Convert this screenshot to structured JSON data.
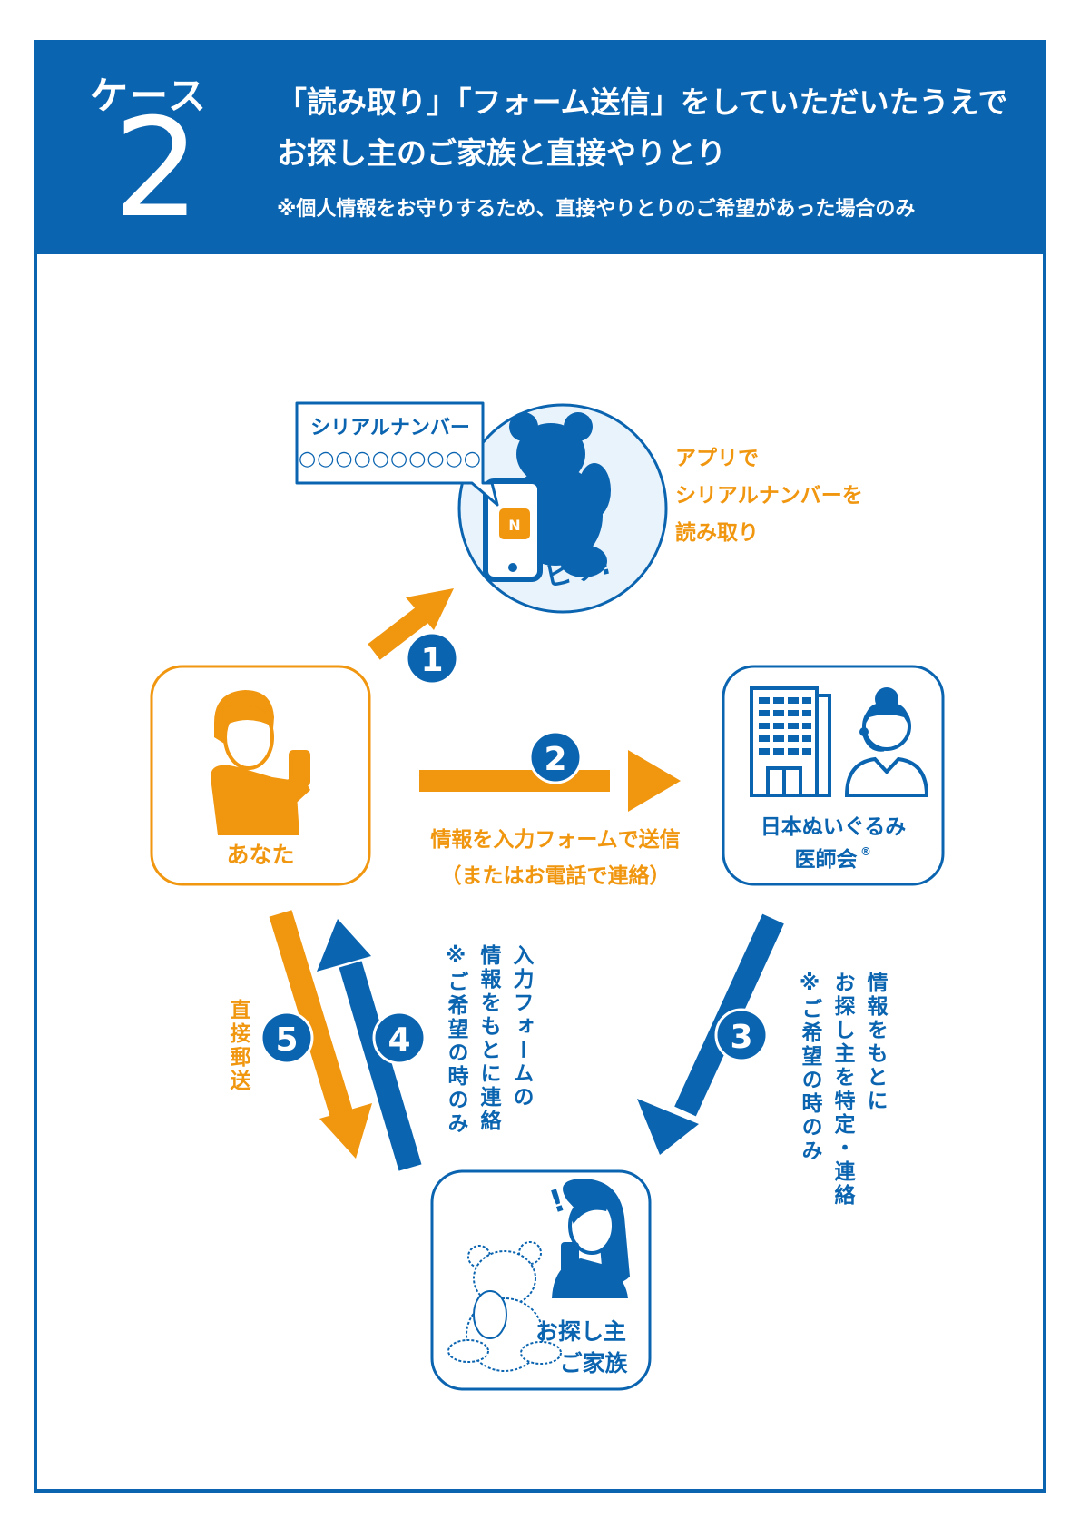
{
  "header": {
    "case_label": "ケース",
    "case_number": "2",
    "title_line1": "「読み取り」「フォーム送信」をしていただいたうえで",
    "title_line2": "お探し主のご家族と直接やりとり",
    "note": "※個人情報をお守りするため、直接やりとりのご希望があった場合のみ"
  },
  "colors": {
    "brand_blue": "#0b64b0",
    "accent_orange": "#f0960f",
    "light_blue_fill": "#e9f3fb"
  },
  "scan": {
    "bubble_title": "シリアルナンバー",
    "bubble_code": "○○○○○○○○○○",
    "nfc_mark": "N",
    "sound": "ピッ!",
    "caption": [
      "アプリで",
      "シリアルナンバーを",
      "読み取り"
    ]
  },
  "nodes": {
    "you": {
      "label": "あなた",
      "icon": "person-with-phone-icon"
    },
    "doctors": {
      "label_line1": "日本ぬいぐるみ",
      "label_line2": "医師会",
      "reg": "®",
      "icon": "building-and-operator-icon"
    },
    "family": {
      "label_line1": "お探し主",
      "label_line2": "ご家族",
      "icon": "woman-and-teddy-bear-icon"
    }
  },
  "steps": [
    {
      "num": "1"
    },
    {
      "num": "2",
      "caption_line1": "情報を入力フォームで送信",
      "caption_line2": "（またはお電話で連絡）"
    },
    {
      "num": "3",
      "text": "情報をもとに\nお探し主を特定・連絡\n※ご希望の時のみ"
    },
    {
      "num": "4",
      "text": "入力フォームの\n情報をもとに連絡\n※ご希望の時のみ"
    },
    {
      "num": "5",
      "text": "直接郵送"
    }
  ]
}
